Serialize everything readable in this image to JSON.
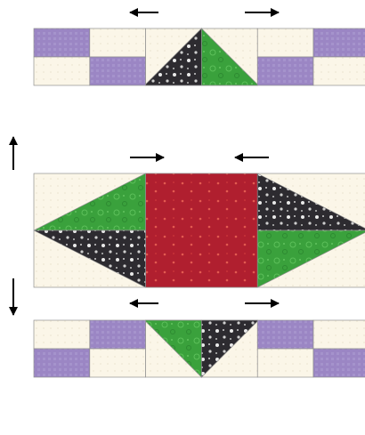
{
  "colors": {
    "background": "#ffffff",
    "cream": "#fbf6e8",
    "lavender": "#9b86c4",
    "green": "#3aa13c",
    "black_print": "#2d2b30",
    "red": "#b01f2f",
    "seam": "#8f8f8f",
    "arrow": "#000000"
  },
  "rows": [
    {
      "name": "top-row",
      "cells": [
        [
          "lavender",
          "cream",
          "cream",
          "cream",
          "cream",
          "lavender"
        ],
        [
          "cream",
          "lavender",
          "cream",
          "cream",
          "lavender",
          "cream"
        ]
      ],
      "unit": "top-flying-geese",
      "arrows": [
        "left",
        "right"
      ]
    },
    {
      "name": "middle-row",
      "cells": [],
      "unit": "center-star",
      "arrows": [
        "right",
        "left"
      ]
    },
    {
      "name": "bottom-row",
      "cells": [
        [
          "cream",
          "lavender",
          "cream",
          "cream",
          "lavender",
          "cream"
        ],
        [
          "lavender",
          "cream",
          "cream",
          "cream",
          "cream",
          "lavender"
        ]
      ],
      "unit": "bottom-flying-geese",
      "arrows": [
        "left",
        "right"
      ]
    }
  ],
  "side_arrows": [
    "up",
    "down"
  ],
  "icons": [
    "press-left-arrow-icon",
    "press-right-arrow-icon",
    "press-up-arrow-icon",
    "press-down-arrow-icon"
  ]
}
